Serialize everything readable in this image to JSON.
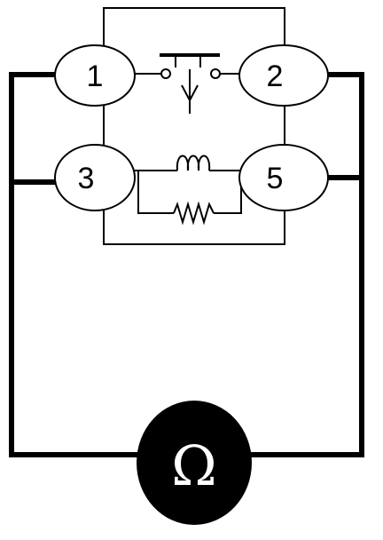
{
  "terminals": [
    {
      "id": "t1",
      "label": "1"
    },
    {
      "id": "t2",
      "label": "2"
    },
    {
      "id": "t3",
      "label": "3"
    },
    {
      "id": "t5",
      "label": "5"
    }
  ],
  "meter": {
    "symbol": "Ω",
    "fill_color": "#000000",
    "symbol_color": "#ffffff"
  },
  "colors": {
    "line": "#000000",
    "terminal_fill": "#ffffff",
    "background": "#ffffff"
  }
}
